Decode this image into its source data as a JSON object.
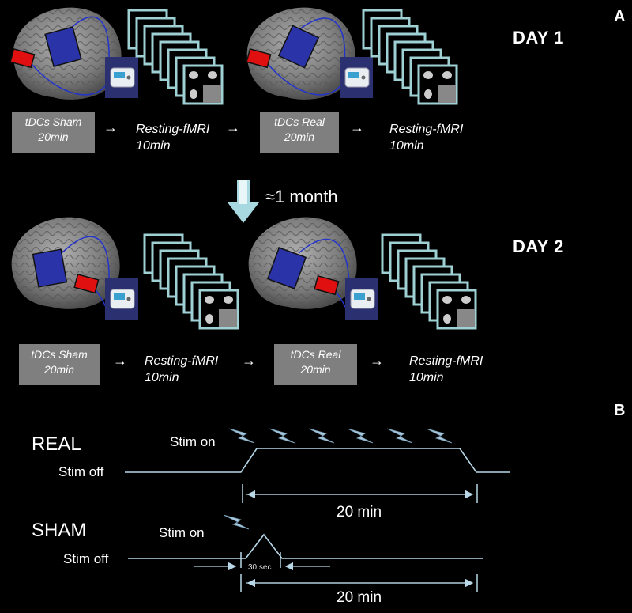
{
  "panel_a_label": "A",
  "panel_b_label": "B",
  "day1": {
    "title": "DAY 1",
    "sham_box": "tDCs Sham\n20min",
    "rest1": "Resting-fMRI\n10min",
    "real_box": "tDCs Real\n20min",
    "rest2": "Resting-fMRI\n10min"
  },
  "interval": "≈1 month",
  "day2": {
    "title": "DAY 2",
    "sham_box": "tDCs Sham\n20min",
    "rest1": "Resting-fMRI\n10min",
    "real_box": "tDCs Real\n20min",
    "rest2": "Resting-fMRI\n10min"
  },
  "arrow_symbol": "→",
  "timeline": {
    "real_label": "REAL",
    "sham_label": "SHAM",
    "stim_on": "Stim on",
    "stim_off": "Stim off",
    "duration": "20 min",
    "ramp": "30 sec"
  },
  "colors": {
    "background": "#000000",
    "box": "#7f7f7f",
    "brain": "#8a8a8a",
    "electrode_large": "#2a33a8",
    "electrode_small": "#e01010",
    "timeline_line": "#b8d8e8",
    "frame_border": "#9ed0d4",
    "device_panel": "#2a3070"
  }
}
